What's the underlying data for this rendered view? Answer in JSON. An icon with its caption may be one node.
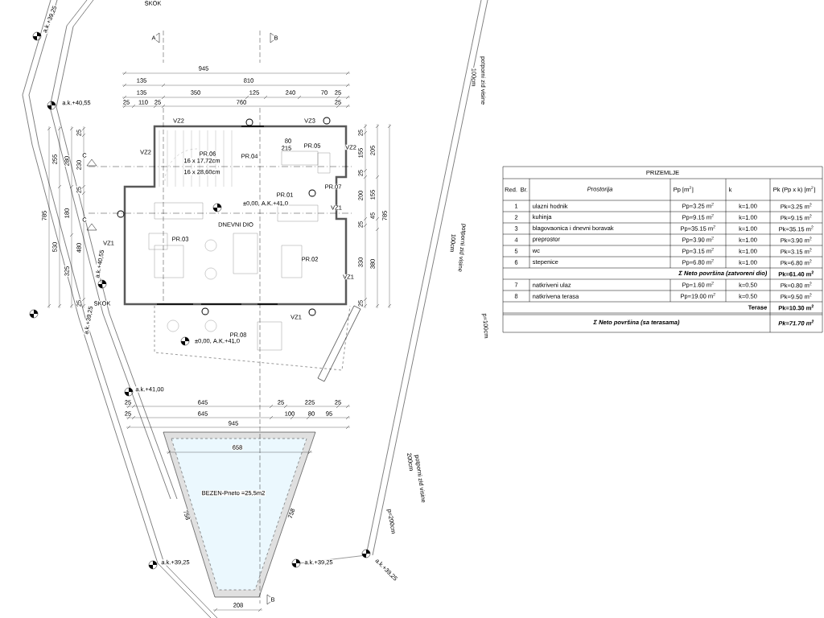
{
  "diagram": {
    "labels": [
      "SKOK",
      "a.k.+39,25",
      "a.k.+40,55",
      "A",
      "B",
      "945",
      "135",
      "810",
      "135",
      "350",
      "125",
      "240",
      "70",
      "25",
      "25",
      "110",
      "25",
      "760",
      "25",
      "VZ2",
      "VZ3",
      "VZ2",
      "PR.06",
      "PR.04",
      "80",
      "215",
      "PR.05",
      "VZ2",
      "16 x 17,72cm",
      "16 x 28,60cm",
      "PR.01",
      "PR.07",
      "±0,00, A.K.+41,0",
      "VZ1",
      "DNEVNI DIO",
      "PR.03",
      "VZ1",
      "PR.02",
      "VZ1",
      "VZ1",
      "PR.08",
      "±0,00, A.K.+41,0",
      "a.k.+40,55",
      "SKOK",
      "a.k.+39,25",
      "C",
      "C",
      "785",
      "255",
      "530",
      "280",
      "180",
      "325",
      "25",
      "230",
      "25",
      "480",
      "25",
      "25",
      "155",
      "25",
      "200",
      "25",
      "330",
      "25",
      "205",
      "155",
      "45",
      "380",
      "785",
      "a.k.+41,00",
      "25",
      "645",
      "25",
      "225",
      "25",
      "25",
      "645",
      "100",
      "80",
      "95",
      "945",
      "658",
      "BEZEN-Pneto =25,5m2",
      "758",
      "758",
      "a.k.+39,25",
      "a.k.+39,25",
      "a.k.+39,25",
      "B",
      "208",
      "potporni zid visine",
      "100cm",
      "100cm",
      "potporni zid visine",
      "p=100cm",
      "200cm",
      "potporni zid visine",
      "p=200cm",
      "PRIZEMLJE",
      "Red. Br.",
      "Prostorija",
      "Pp [m$^{2}$]",
      "k",
      "Pk (Pp x k) [m$^{2}$]",
      "1",
      "ulazni hodnik",
      "Pp=3.25 m$^{2}$",
      "k=1.00",
      "Pk=3.25 m$^{2}$",
      "2",
      "kuhinja",
      "Pp=9.15 m$^{2}$",
      "k=1.00",
      "Pk=9.15 m$^{2}$",
      "3",
      "blagovaonica i dnevni boravak",
      "Pp=35.15 m$^{2}$",
      "k=1.00",
      "Pk=35.15 m$^{2}$",
      "4",
      "preprostor",
      "Pp=3.90 m$^{2}$",
      "k=1.00",
      "Pk=3.90 m$^{2}$",
      "5",
      "wc",
      "Pp=3.15 m$^{2}$",
      "k=1.00",
      "Pk=3.15 m$^{2}$",
      "6",
      "stepenice",
      "Pp=6.80 m$^{2}$",
      "k=1.00",
      "Pk=6.80 m$^{2}$",
      "Σ Neto površina (zatvoreni dio)",
      "Pk=61.40 m$^{2}$",
      "7",
      "natkriveni ulaz",
      "Pp=1.60 m$^{2}$",
      "k=0.50",
      "Pk=0.80 m$^{2}$",
      "8",
      "natkrivena terasa",
      "Pp=19.00 m$^{2}$",
      "k=0.50",
      "Pk=9.50 m$^{2}$",
      "Terase",
      "Pk=10.30 m$^{2}$",
      "Σ Neto površina (sa terasama)",
      "Pk=71.70 m$^{2}$"
    ]
  }
}
